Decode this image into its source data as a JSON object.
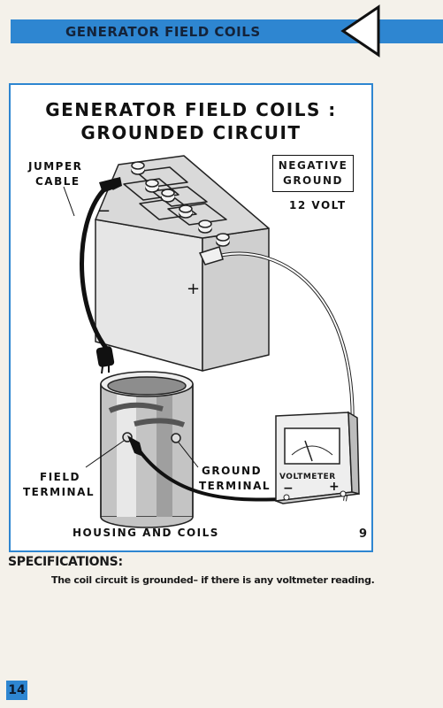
{
  "header": {
    "title": "GENERATOR FIELD COILS"
  },
  "figure": {
    "title_line1": "GENERATOR FIELD COILS :",
    "title_line2": "GROUNDED CIRCUIT",
    "labels": {
      "jumper_line1": "JUMPER",
      "jumper_line2": "CABLE",
      "negative_line1": "NEGATIVE",
      "negative_line2": "GROUND",
      "voltage": "12 VOLT",
      "field_line1": "FIELD",
      "field_line2": "TERMINAL",
      "ground_line1": "GROUND",
      "ground_line2": "TERMINAL",
      "housing": "HOUSING AND COILS",
      "voltmeter": "VOLTMETER",
      "minus": "−",
      "plus": "+"
    },
    "number": "9"
  },
  "specifications": {
    "heading": "SPECIFICATIONS:",
    "text": "The coil circuit is grounded– if there is any voltmeter reading."
  },
  "page_number": "14",
  "colors": {
    "accent": "#2e86d1",
    "ink": "#111111"
  }
}
